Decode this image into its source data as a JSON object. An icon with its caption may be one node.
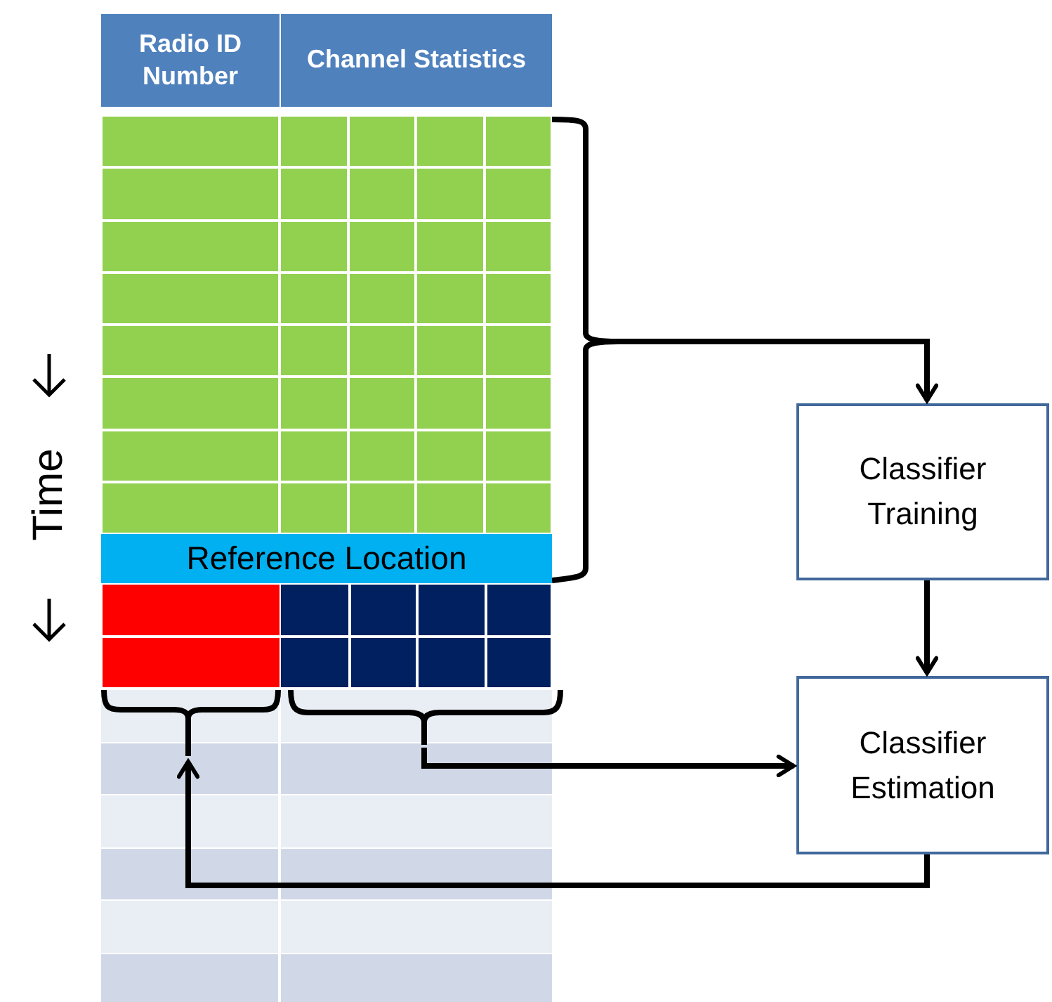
{
  "diagram": {
    "nodes": [
      {
        "text": [
          "Radio ID Number"
        ]
      },
      {
        "text": [
          "Channel Statistics"
        ]
      },
      {
        "text": [],
        "shape": "box"
      },
      {
        "text": [
          "Reference Location"
        ],
        "in": 2
      },
      {
        "text": [],
        "shape": "box"
      },
      {
        "text": [],
        "shape": "box"
      },
      {
        "text": [
          "Classifier Training"
        ]
      },
      {
        "text": [
          "Classifier Estimation"
        ]
      }
    ],
    "edges": [
      {
        "from": 2,
        "to": 6,
        "arrow": "to"
      },
      {
        "from": 6,
        "to": 7,
        "arrow": "to"
      },
      {
        "from": 5,
        "to": 7,
        "arrow": "to"
      },
      {
        "from": 7,
        "to": 4,
        "arrow": "to"
      }
    ],
    "labels": [
      "Time"
    ]
  }
}
